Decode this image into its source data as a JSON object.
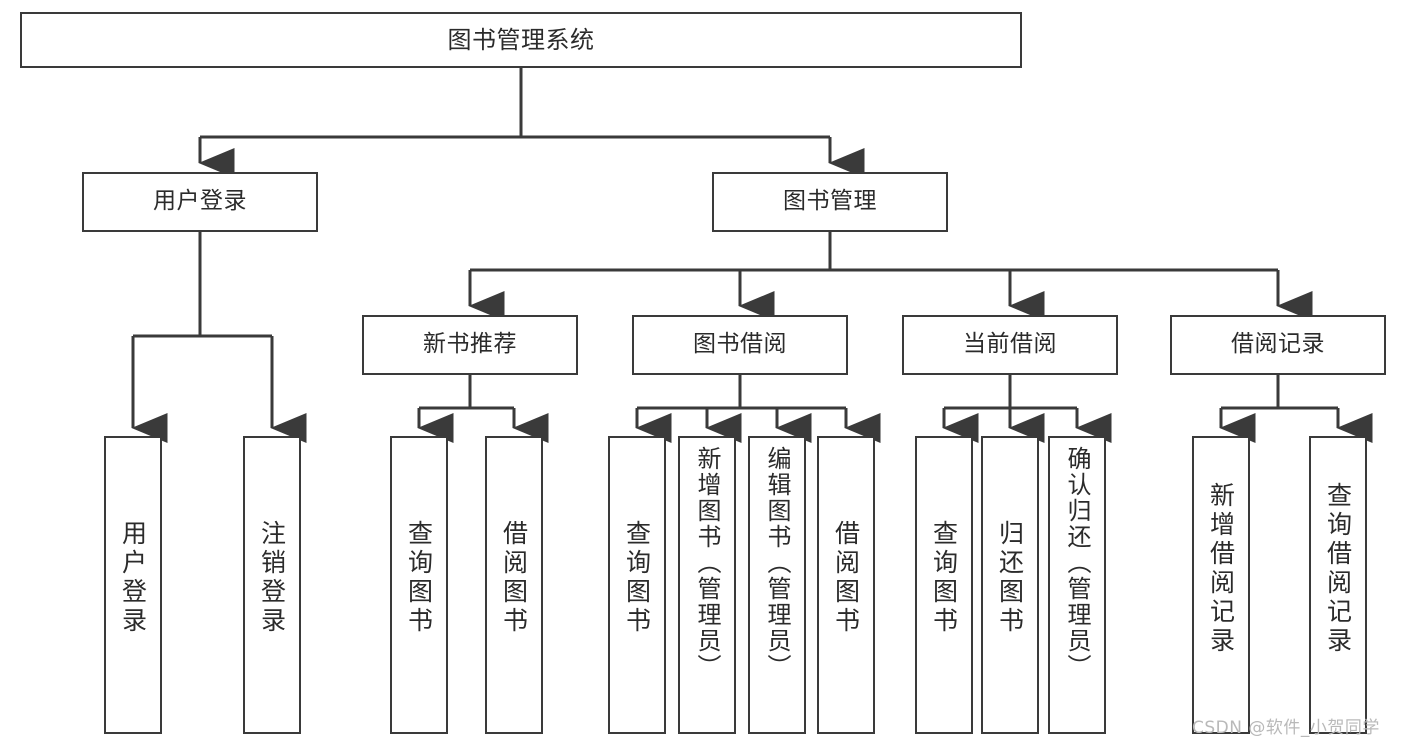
{
  "diagram": {
    "title": "图书管理系统",
    "watermark": "CSDN @软件_小贺同学",
    "colors": {
      "box_border": "#3a3a3a",
      "line": "#3a3a3a",
      "text": "#2b2b2b",
      "background": "#ffffff",
      "watermark": "#b9b9b9"
    },
    "root": {
      "label": "图书管理系统"
    },
    "level2": [
      {
        "label": "用户登录"
      },
      {
        "label": "图书管理"
      }
    ],
    "level3": [
      {
        "label": "新书推荐"
      },
      {
        "label": "图书借阅"
      },
      {
        "label": "当前借阅"
      },
      {
        "label": "借阅记录"
      }
    ],
    "leaves": {
      "user_login": [
        {
          "label": "用户登录"
        },
        {
          "label": "注销登录"
        }
      ],
      "new_book": [
        {
          "label": "查询图书"
        },
        {
          "label": "借阅图书"
        }
      ],
      "book_borrow": [
        {
          "label": "查询图书"
        },
        {
          "label": "新增图书（管理员）"
        },
        {
          "label": "编辑图书（管理员）"
        },
        {
          "label": "借阅图书"
        }
      ],
      "current_borrow": [
        {
          "label": "查询图书"
        },
        {
          "label": "归还图书"
        },
        {
          "label": "确认归还（管理员）"
        }
      ],
      "borrow_record": [
        {
          "label": "新增借阅记录"
        },
        {
          "label": "查询借阅记录"
        }
      ]
    }
  }
}
